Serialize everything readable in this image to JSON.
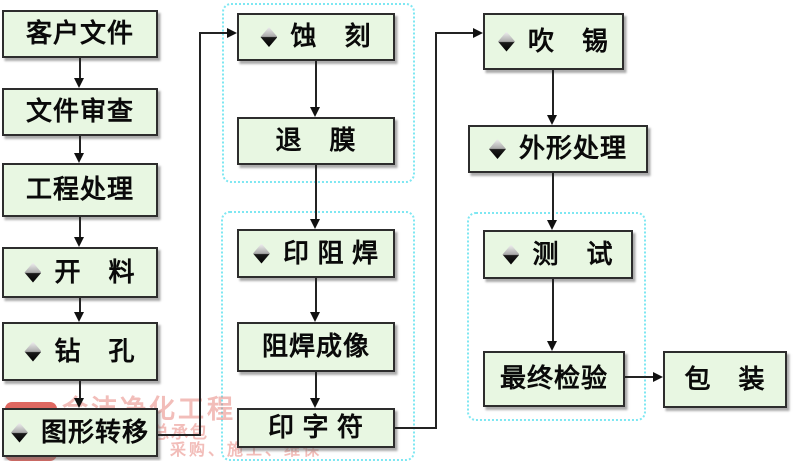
{
  "flow": {
    "description": "PCB manufacturing process flowchart",
    "nodes": [
      {
        "label": "客户文件",
        "icon": ""
      },
      {
        "label": "文件审查",
        "icon": ""
      },
      {
        "label": "工程处理",
        "icon": ""
      },
      {
        "label": "开　料",
        "icon": "diamond-bullet"
      },
      {
        "label": "钻　孔",
        "icon": "diamond-bullet"
      },
      {
        "label": "图形转移",
        "icon": "diamond-bullet"
      },
      {
        "label": "蚀　刻",
        "icon": "diamond-bullet"
      },
      {
        "label": "退　膜",
        "icon": ""
      },
      {
        "label": "印 阻 焊",
        "icon": "diamond-bullet"
      },
      {
        "label": "阻焊成像",
        "icon": ""
      },
      {
        "label": "印 字 符",
        "icon": ""
      },
      {
        "label": "吹　锡",
        "icon": "diamond-bullet"
      },
      {
        "label": "外形处理",
        "icon": "diamond-bullet"
      },
      {
        "label": "测　试",
        "icon": "diamond-bullet"
      },
      {
        "label": "最终检验",
        "icon": ""
      },
      {
        "label": "包　装",
        "icon": ""
      }
    ],
    "watermark": {
      "line1": "合洁净化工程",
      "line2": "总承包",
      "line3": "规划、设计、采购、施工、维保"
    },
    "colors": {
      "node_fill": "#e8f7e2",
      "node_border": "#2d2d2d",
      "group_dashed_border": "#7ee7f2",
      "connector": "#232323",
      "watermark_red": "#d9473f"
    }
  }
}
